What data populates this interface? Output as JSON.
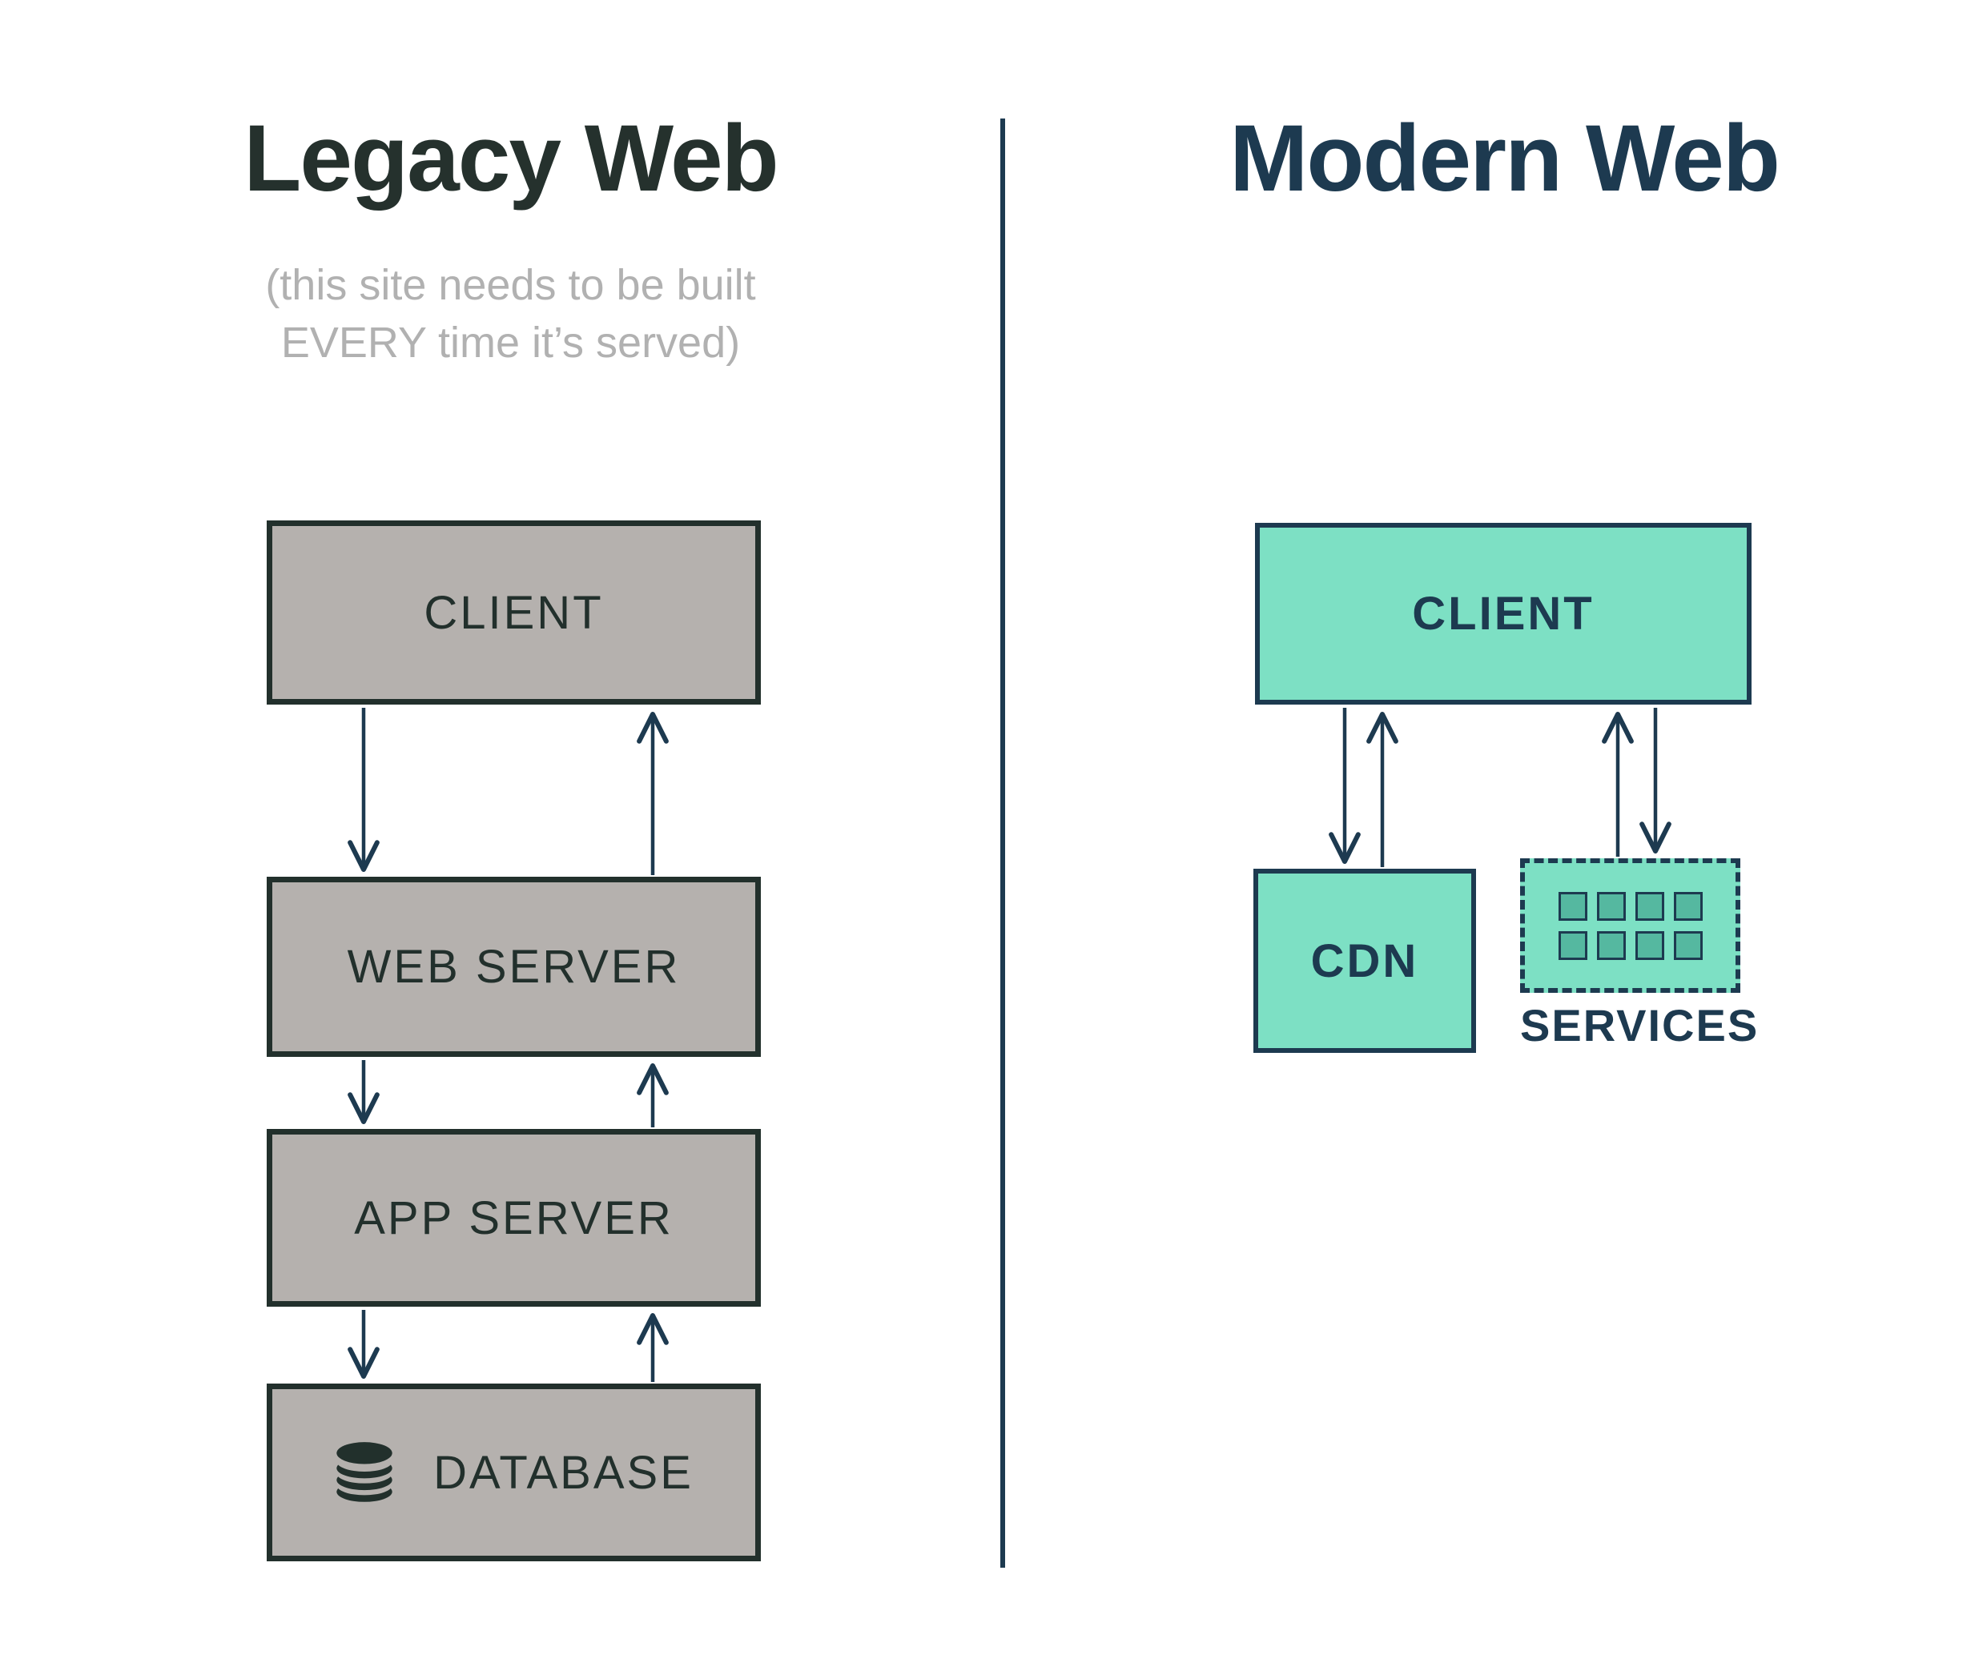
{
  "legacy": {
    "title": "Legacy Web",
    "subtitle_line1": "(this site needs to be built",
    "subtitle_line2": "EVERY time it’s served)",
    "boxes": [
      {
        "label": "CLIENT"
      },
      {
        "label": "WEB SERVER"
      },
      {
        "label": "APP SERVER"
      },
      {
        "label": "DATABASE",
        "icon": "database-icon"
      }
    ]
  },
  "modern": {
    "title": "Modern Web",
    "client": {
      "label": "CLIENT"
    },
    "cdn": {
      "label": "CDN"
    },
    "services": {
      "label": "SERVICES",
      "icon": "services-grid-icon",
      "square_count": 8
    }
  },
  "colors": {
    "background": "#ffffff",
    "legacy_title_text": "#25312d",
    "legacy_box_fill": "#b5b1ae",
    "legacy_box_border": "#22302c",
    "subtitle_gray": "#b1b1b1",
    "modern_accent": "#1d3a50",
    "modern_box_fill": "#7de0c4",
    "service_square_fill": "#55b8a0"
  }
}
